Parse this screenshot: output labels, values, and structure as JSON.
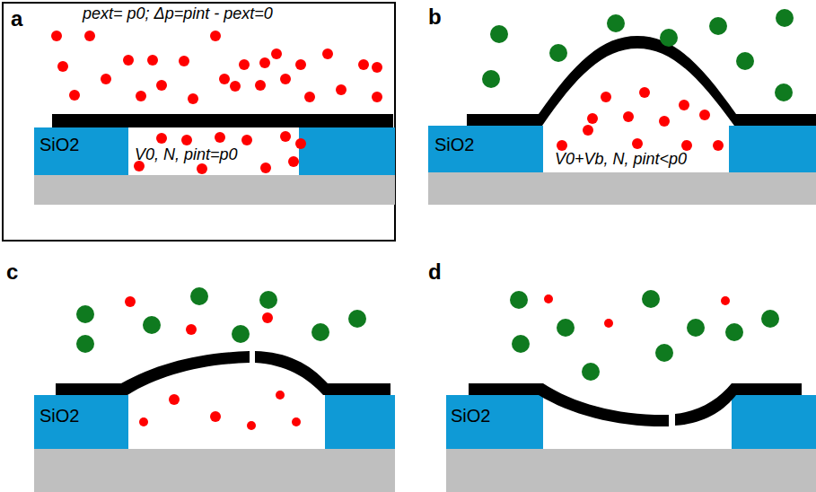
{
  "diagram": {
    "labels": [
      "a",
      "pext= p0;  Δp=pint - pext=0",
      "V0, N, pint=p0",
      "SiO2",
      "b",
      "SiO2",
      "V0+Vb, N, pint<p0",
      "c",
      "SiO2",
      "d",
      "SiO2"
    ]
  }
}
